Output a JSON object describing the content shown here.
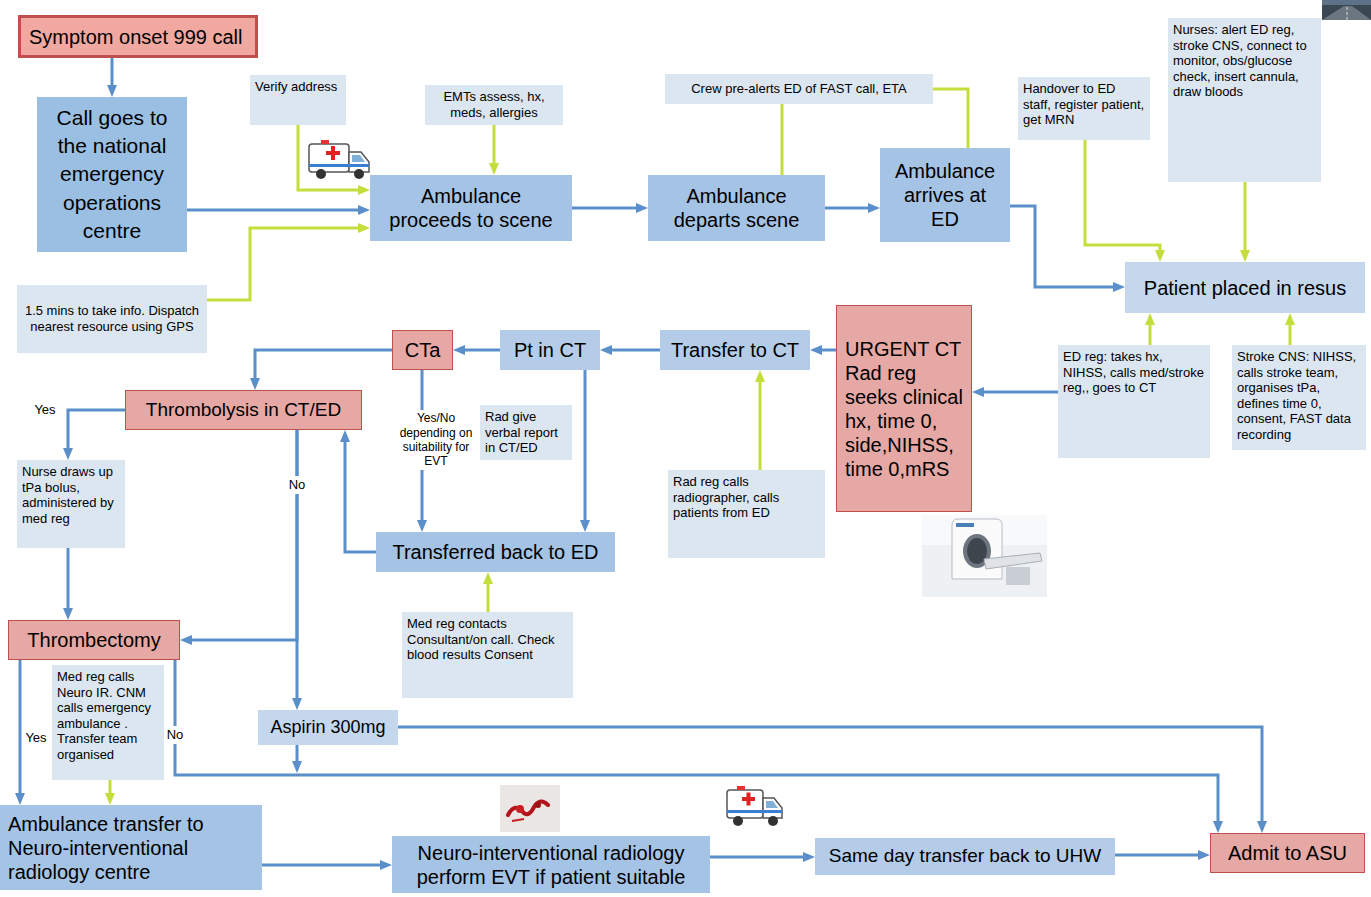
{
  "diagram": {
    "nodes": [
      {
        "text": [
          "Symptom onset 999 call"
        ]
      },
      {
        "text": [
          "Call goes to the national emergency operations centre"
        ]
      },
      {
        "text": [
          "Verify address"
        ]
      },
      {
        "text": [
          "EMTs assess, hx, meds, allergies"
        ]
      },
      {
        "text": [
          "Crew pre-alerts ED of FAST call, ETA"
        ]
      },
      {
        "text": [
          "Handover to ED staff, register patient, get MRN"
        ]
      },
      {
        "text": [
          "Nurses: alert ED reg, stroke CNS, connect to monitor, obs/glucose check, insert cannula, draw bloods"
        ]
      },
      {
        "text": [
          "1.5 mins to take info. Dispatch nearest resource using GPS"
        ]
      },
      {
        "text": [
          "Ambulance proceeds to scene"
        ]
      },
      {
        "text": [
          "Ambulance departs scene"
        ]
      },
      {
        "text": [
          "Ambulance arrives at ED"
        ]
      },
      {
        "text": [
          "Patient placed in resus"
        ]
      },
      {
        "text": [
          "URGENT CT Rad reg seeks clinical hx, time 0, side,NIHSS, time 0,mRS"
        ]
      },
      {
        "text": [
          "ED reg: takes hx, NIHSS, calls med/stroke reg,, goes to CT"
        ]
      },
      {
        "text": [
          "Stroke CNS: NIHSS, calls stroke team, organises tPa, defines time 0, consent, FAST data recording"
        ]
      },
      {
        "text": [
          "Transfer to CT"
        ]
      },
      {
        "text": [
          "Pt in CT"
        ]
      },
      {
        "text": [
          "CTa"
        ]
      },
      {
        "text": [
          "Rad give verbal report in CT/ED"
        ]
      },
      {
        "text": [
          "Rad reg calls radiographer, calls patients from ED"
        ]
      },
      {
        "text": [
          "Thrombolysis in CT/ED"
        ]
      },
      {
        "text": [
          "Transferred back to ED"
        ]
      },
      {
        "text": [
          "Med reg contacts Consultant/on call. Check blood results Consent"
        ]
      },
      {
        "text": [
          "Nurse draws up tPa bolus, administered by med reg"
        ]
      },
      {
        "text": [
          "Thrombectomy"
        ]
      },
      {
        "text": [
          "Med reg calls Neuro IR. CNM calls emergency ambulance . Transfer team organised"
        ]
      },
      {
        "text": [
          "Aspirin 300mg"
        ]
      },
      {
        "text": [
          "Ambulance transfer to Neuro-interventional radiology centre"
        ]
      },
      {
        "text": [
          "Neuro-interventional radiology perform EVT if patient suitable"
        ]
      },
      {
        "text": [
          "Same day transfer back to UHW"
        ]
      },
      {
        "text": [
          "Admit to ASU"
        ]
      }
    ],
    "edges": [
      {
        "from": 0,
        "to": 1,
        "arrow": "to"
      },
      {
        "from": 1,
        "to": 8,
        "arrow": "to"
      },
      {
        "from": 2,
        "to": 8,
        "arrow": "to"
      },
      {
        "from": 7,
        "to": 8,
        "arrow": "to"
      },
      {
        "from": 3,
        "to": 8,
        "arrow": "to"
      },
      {
        "from": 8,
        "to": 9,
        "arrow": "to"
      },
      {
        "from": 9,
        "to": 10,
        "arrow": "to"
      },
      {
        "from": 9,
        "to": 4,
        "arrow": "none"
      },
      {
        "from": 4,
        "to": 10,
        "arrow": "none"
      },
      {
        "from": 10,
        "to": 11,
        "arrow": "to"
      },
      {
        "from": 5,
        "to": 11,
        "arrow": "to"
      },
      {
        "from": 6,
        "to": 11,
        "arrow": "to"
      },
      {
        "from": 13,
        "to": 11,
        "arrow": "to"
      },
      {
        "from": 14,
        "to": 11,
        "arrow": "to"
      },
      {
        "from": 13,
        "to": 12,
        "arrow": "to"
      },
      {
        "from": 12,
        "to": 15,
        "arrow": "to"
      },
      {
        "from": 19,
        "to": 15,
        "arrow": "to"
      },
      {
        "from": 15,
        "to": 16,
        "arrow": "to"
      },
      {
        "from": 16,
        "to": 17,
        "arrow": "to"
      },
      {
        "from": 17,
        "to": 20,
        "arrow": "to"
      },
      {
        "from": 17,
        "to": 21,
        "label": "Yes/No depending on suitability for EVT",
        "arrow": "to"
      },
      {
        "from": 16,
        "to": 21,
        "arrow": "to"
      },
      {
        "from": 22,
        "to": 21,
        "arrow": "to"
      },
      {
        "from": 21,
        "to": 20,
        "arrow": "to"
      },
      {
        "from": 20,
        "to": 23,
        "label": "Yes",
        "arrow": "to"
      },
      {
        "from": 23,
        "to": 24,
        "arrow": "to"
      },
      {
        "from": 20,
        "to": 24,
        "arrow": "to"
      },
      {
        "from": 20,
        "to": 26,
        "label": "No",
        "arrow": "to"
      },
      {
        "from": 24,
        "to": 27,
        "label": "Yes",
        "arrow": "to"
      },
      {
        "from": 25,
        "to": 27,
        "arrow": "to"
      },
      {
        "from": 24,
        "to": 30,
        "label": "No",
        "arrow": "to"
      },
      {
        "from": 26,
        "to": 30,
        "arrow": "to"
      },
      {
        "from": 27,
        "to": 28,
        "arrow": "to"
      },
      {
        "from": 28,
        "to": 29,
        "arrow": "to"
      },
      {
        "from": 29,
        "to": 30,
        "arrow": "to"
      }
    ]
  }
}
